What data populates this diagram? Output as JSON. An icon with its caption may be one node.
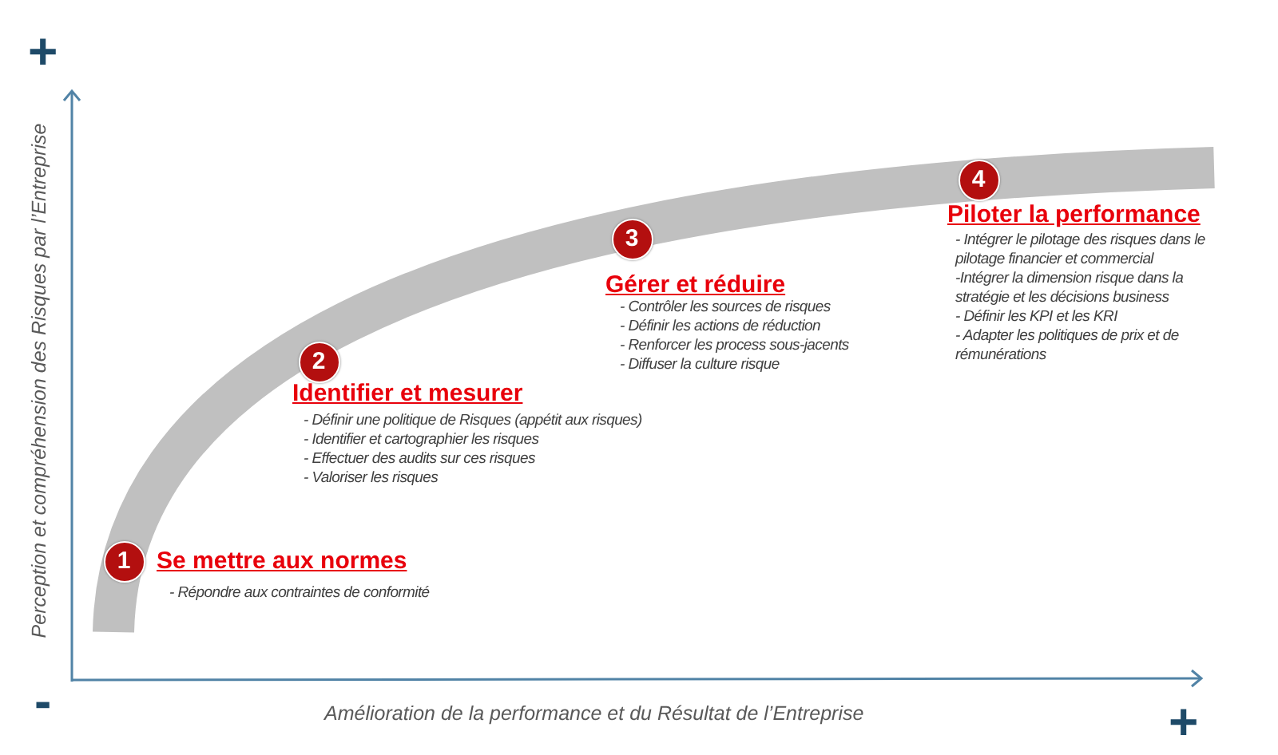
{
  "diagram": {
    "nodes": [
      {
        "text": [
          "1"
        ],
        "beside": [
          "Se mettre aux normes",
          "- Répondre aux contraintes de conformité"
        ]
      },
      {
        "text": [
          "2"
        ],
        "beside": [
          "Identifier et mesurer",
          "- Définir une politique de Risques (appétit aux risques)",
          "- Identifier et cartographier les risques",
          "- Effectuer des audits sur ces risques",
          "- Valoriser les risques"
        ]
      },
      {
        "text": [
          "3"
        ],
        "beside": [
          "Gérer et réduire",
          "- Contrôler les sources de risques",
          "- Définir les actions de réduction",
          "- Renforcer les process sous-jacents",
          "- Diffuser la culture risque"
        ]
      },
      {
        "text": [
          "4"
        ],
        "beside": [
          "Piloter la performance",
          "- Intégrer le pilotage des risques dans le pilotage financier et commercial",
          "-Intégrer la dimension risque dans la stratégie et les décisions business",
          "- Définir les KPI et les KRI",
          "- Adapter les politiques de prix et de rémunérations"
        ]
      }
    ],
    "labels": [
      "+",
      "Perception et compréhension des Risques par l’Entreprise",
      "-",
      "Amélioration de la performance et du Résultat de l’Entreprise",
      "+"
    ]
  }
}
